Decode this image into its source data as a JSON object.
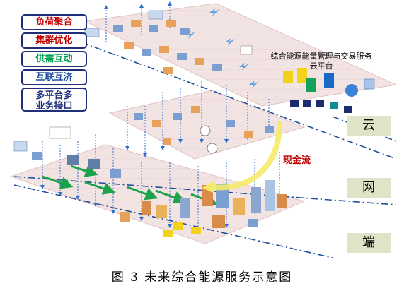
{
  "legend": [
    {
      "text": "负荷聚合",
      "color": "#c00000"
    },
    {
      "text": "集群优化",
      "color": "#c00000"
    },
    {
      "text": "供需互动",
      "color": "#00a050"
    },
    {
      "text": "互联互济",
      "color": "#1f4ea0"
    },
    {
      "text": "多平台多\n业务接口",
      "color": "#1f2f7a"
    }
  ],
  "tiers": {
    "cloud": "云",
    "network": "网",
    "terminal": "端"
  },
  "cloud_platform": {
    "title": "综合能源能量管理与交易服务云平台"
  },
  "cash_flow_label": "现金流",
  "caption": "图 3  未来综合能源服务示意图",
  "colors": {
    "plane": "#f3e4e4",
    "plane_grid": "#d9b6b6",
    "dashdot": "#1f4e9a",
    "blue_arrow": "#2f6fd0",
    "green_arrow": "#1aa34a",
    "yellow_arrow": "#f4ea6a"
  }
}
